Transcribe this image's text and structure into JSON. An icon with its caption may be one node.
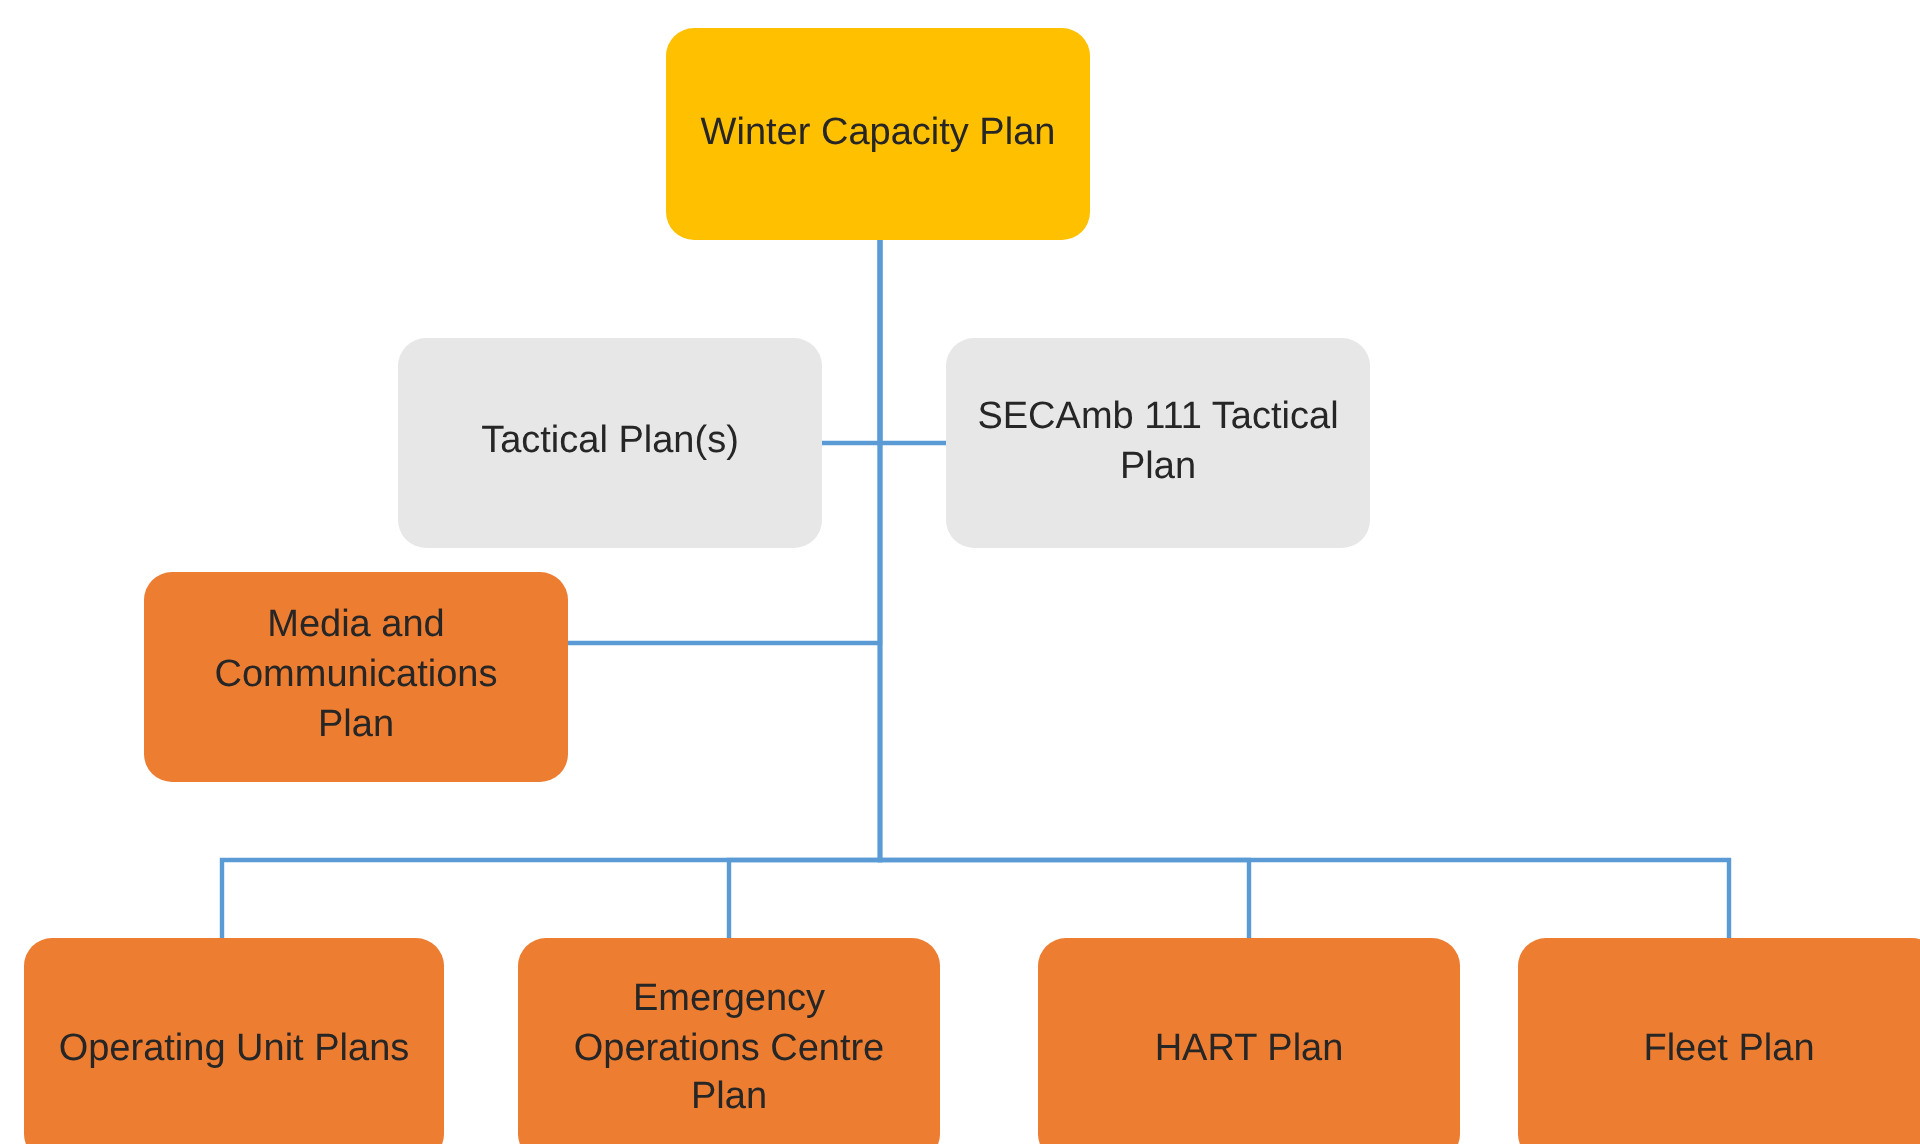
{
  "diagram": {
    "nodes": [
      {
        "text": [
          "Winter Capacity Plan"
        ]
      },
      {
        "text": [
          "Tactical Plan(s)"
        ]
      },
      {
        "text": [
          "SECAmb 111 Tactical Plan"
        ]
      },
      {
        "text": [
          "Media and Communications Plan"
        ]
      },
      {
        "text": [
          "Operating Unit Plans"
        ]
      },
      {
        "text": [
          "Emergency Operations Centre Plan"
        ]
      },
      {
        "text": [
          "HART Plan"
        ]
      },
      {
        "text": [
          "Fleet Plan"
        ]
      }
    ],
    "edges": [
      {
        "from": 0,
        "to": 1,
        "arrow": "none"
      },
      {
        "from": 0,
        "to": 2,
        "arrow": "none"
      },
      {
        "from": 0,
        "to": 3,
        "arrow": "none"
      },
      {
        "from": 0,
        "to": 4,
        "arrow": "none"
      },
      {
        "from": 0,
        "to": 5,
        "arrow": "none"
      },
      {
        "from": 0,
        "to": 6,
        "arrow": "none"
      },
      {
        "from": 0,
        "to": 7,
        "arrow": "none"
      }
    ]
  }
}
